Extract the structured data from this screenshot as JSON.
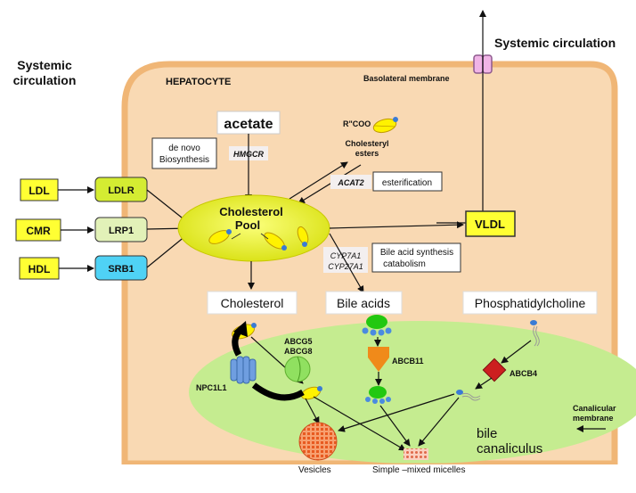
{
  "labels": {
    "systemic_left_1": "Systemic",
    "systemic_left_2": "circulation",
    "systemic_right": "Systemic  circulation",
    "hepatocyte": "HEPATOCYTE",
    "basolateral": "Basolateral membrane",
    "acetate": "acetate",
    "denovo_1": "de novo",
    "denovo_2": "Biosynthesis",
    "hmgcr": "HMGCR",
    "rcoo": "R\"COO",
    "chol_esters_1": "Cholesteryl",
    "chol_esters_2": "esters",
    "acat2": "ACAT2",
    "esterification": "esterification",
    "ldl": "LDL",
    "ldlr": "LDLR",
    "cmr": "CMR",
    "lrp1": "LRP1",
    "hdl": "HDL",
    "srb1": "SRB1",
    "pool_1": "Cholesterol",
    "pool_2": "Pool",
    "vldl": "VLDL",
    "cyp7a1": "CYP7A1",
    "cyp27a1": "CYP27A1",
    "bile_synth_1": "Bile acid synthesis",
    "bile_synth_2": "catabolism",
    "cholesterol": "Cholesterol",
    "bile_acids": "Bile acids",
    "phosphatidylcholine": "Phosphatidylcholine",
    "abcg5": "ABCG5",
    "abcg8": "ABCG8",
    "abcb11": "ABCB11",
    "abcb4": "ABCB4",
    "npc1l1": "NPC1L1",
    "canalicular_1": "Canalicular",
    "canalicular_2": "membrane",
    "bile_1": "bile",
    "bile_2": "canaliculus",
    "vesicles": "Vesicles",
    "micelles": "Simple –mixed micelles"
  },
  "colors": {
    "cell_fill": "#f9d9b3",
    "cell_border": "#f0b676",
    "yellow_box": "#ffff33",
    "ldlr_fill": "#d4ec32",
    "lrp1_fill": "#e2f1b8",
    "srb1_fill": "#4fd2f5",
    "canaliculus_fill": "#c5ec90",
    "pool_fill": "#e6ec1a",
    "abcg_fill": "#90e060",
    "bile_acid_green": "#22c810",
    "bile_acid_blue": "#4a8be0",
    "abcb11_fill": "#f08a1a",
    "abcb4_fill": "#cc1f1f",
    "npc1l1_fill": "#6f9ee0",
    "vesicle_fill": "#f07a3a",
    "transporter_fill": "#f0b4e6"
  }
}
